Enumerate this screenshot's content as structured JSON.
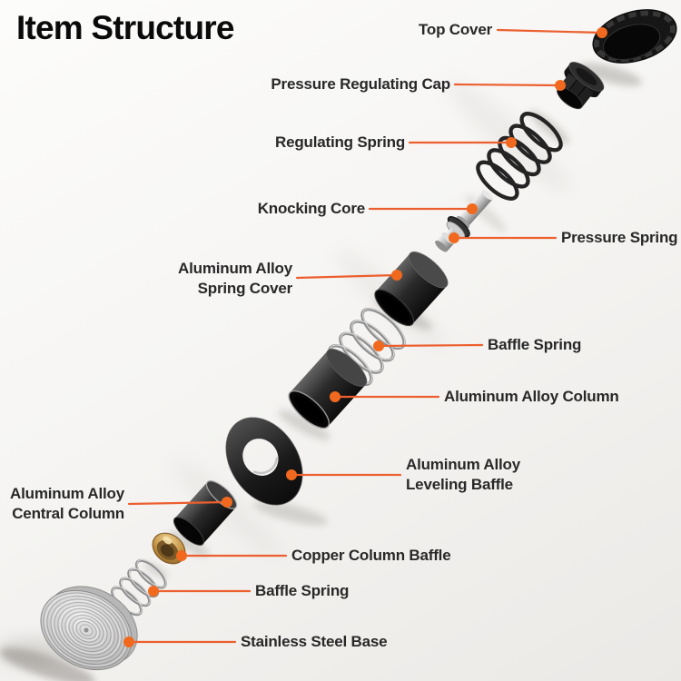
{
  "title": "Item Structure",
  "colors": {
    "accent_line": "#EC5F2E",
    "accent_dot": "#F1691F",
    "label_text": "#282828",
    "title_text": "#0A0A0A",
    "background": "#F5F4F2"
  },
  "parts": [
    {
      "id": "top-cover",
      "label": "Top Cover"
    },
    {
      "id": "pressure-regulating-cap",
      "label": "Pressure Regulating Cap"
    },
    {
      "id": "regulating-spring",
      "label": "Regulating Spring"
    },
    {
      "id": "knocking-core",
      "label": "Knocking Core"
    },
    {
      "id": "pressure-spring",
      "label": "Pressure Spring"
    },
    {
      "id": "aluminum-alloy-spring-cover",
      "label": "Aluminum Alloy\nSpring Cover"
    },
    {
      "id": "baffle-spring-upper",
      "label": "Baffle Spring"
    },
    {
      "id": "aluminum-alloy-column",
      "label": "Aluminum Alloy Column"
    },
    {
      "id": "aluminum-alloy-leveling-baffle",
      "label": "Aluminum Alloy\nLeveling Baffle"
    },
    {
      "id": "aluminum-alloy-central-column",
      "label": "Aluminum Alloy\nCentral Column"
    },
    {
      "id": "copper-column-baffle",
      "label": "Copper Column Baffle"
    },
    {
      "id": "baffle-spring-lower",
      "label": "Baffle Spring"
    },
    {
      "id": "stainless-steel-base",
      "label": "Stainless Steel Base"
    }
  ]
}
